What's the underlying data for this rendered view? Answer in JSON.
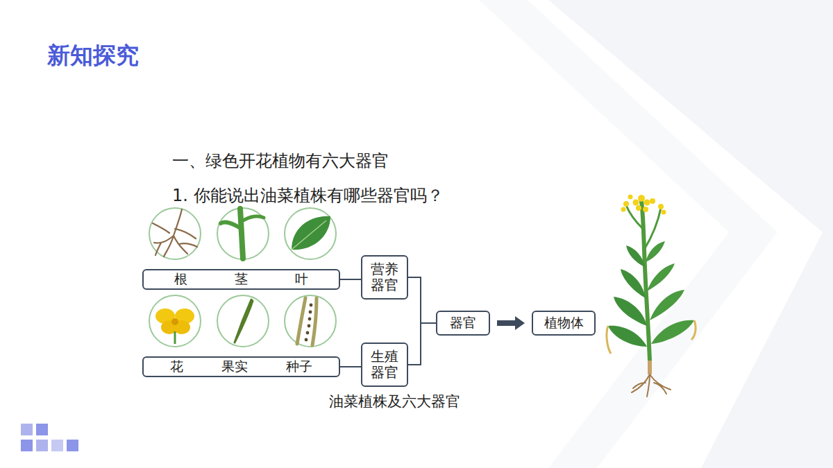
{
  "diagram": {
    "title": "新知探究",
    "caption": "油菜植株及六大器官",
    "nodes": [
      {
        "text": [
          "根",
          "茎",
          "叶"
        ]
      },
      {
        "text": [
          "营养 器官"
        ]
      },
      {
        "text": [
          "花",
          "果实",
          "种子"
        ]
      },
      {
        "text": [
          "生殖 器官"
        ]
      },
      {
        "text": [
          "器官"
        ]
      },
      {
        "text": [
          "植物体"
        ]
      }
    ],
    "edges": [
      {
        "from": 0,
        "to": 1,
        "arrow": "none"
      },
      {
        "from": 2,
        "to": 3,
        "arrow": "none"
      },
      {
        "from": 1,
        "to": 4,
        "arrow": "none"
      },
      {
        "from": 3,
        "to": 4,
        "arrow": "none"
      },
      {
        "from": 4,
        "to": 5,
        "arrow": "to"
      }
    ],
    "labels": [
      "一、绿色开花植物有六大器官",
      "1. 你能说出油菜植株有哪些器官吗？"
    ]
  }
}
